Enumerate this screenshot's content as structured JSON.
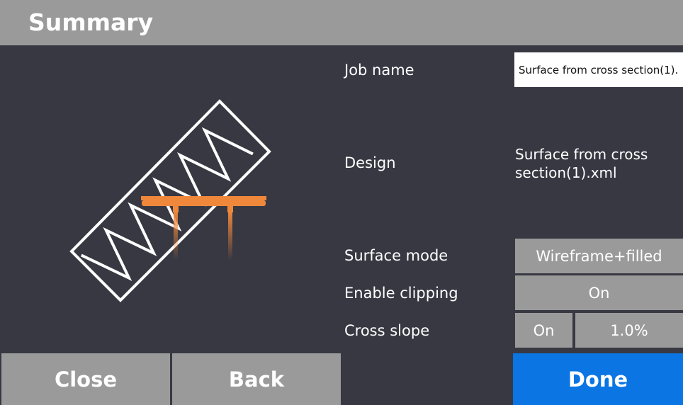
{
  "header": {
    "title": "Summary"
  },
  "fields": {
    "job_name": {
      "label": "Job name",
      "value": "Surface from cross section(1)."
    },
    "design": {
      "label": "Design",
      "value": "Surface from cross section(1).xml"
    },
    "surface_mode": {
      "label": "Surface mode",
      "value": "Wireframe+filled"
    },
    "enable_clipping": {
      "label": "Enable clipping",
      "value": "On"
    },
    "cross_slope": {
      "label": "Cross slope",
      "state": "On",
      "value": "1.0%"
    }
  },
  "footer": {
    "close_label": "Close",
    "back_label": "Back",
    "done_label": "Done"
  },
  "colors": {
    "background": "#373842",
    "titlebar": "#9a9a9a",
    "button_gray": "#9a9a9a",
    "done_blue": "#0a75e3",
    "machine_orange": "#f0883c"
  },
  "preview": {
    "icon": "surface-wireframe-with-blade-icon"
  }
}
